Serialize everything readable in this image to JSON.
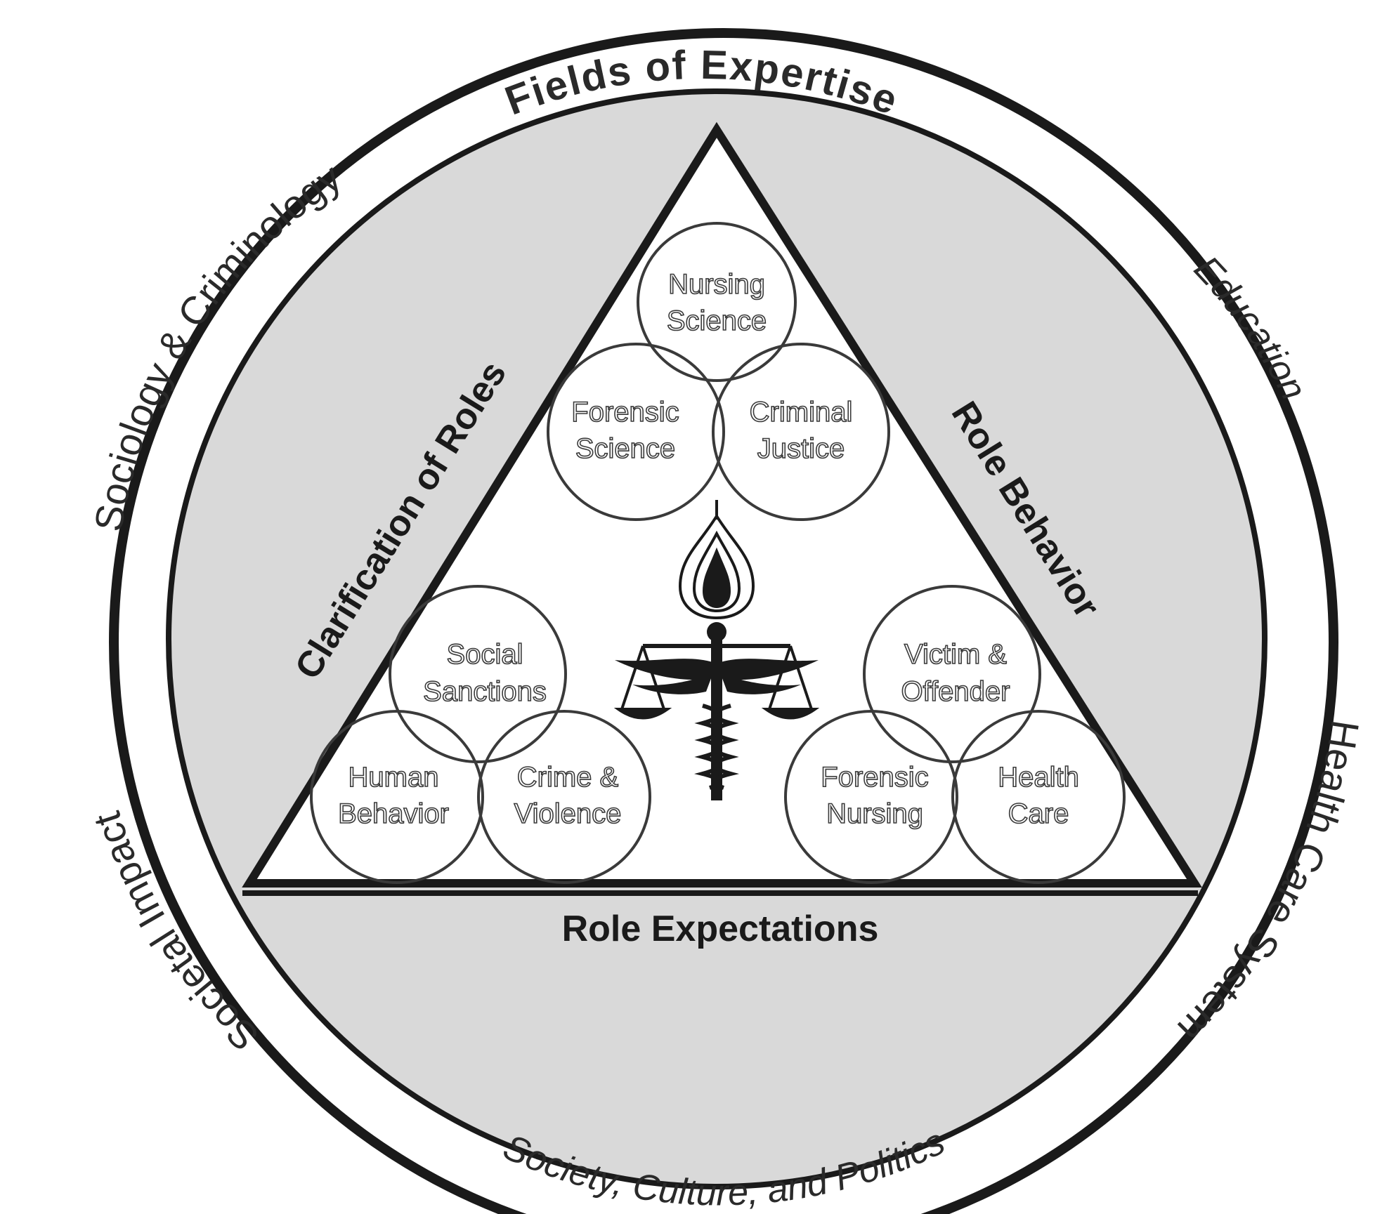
{
  "outer_ring": {
    "top": "Fields of Expertise",
    "upper_left": "Sociology & Criminology",
    "upper_right": "Education",
    "lower_right": "Health Care System",
    "lower_left": "Societal Impact",
    "bottom": "Society, Culture, and Politics"
  },
  "triangle": {
    "left_side": "Clarification of Roles",
    "right_side": "Role Behavior",
    "base": "Role Expectations"
  },
  "circles": {
    "top_group": {
      "top": [
        "Nursing",
        "Science"
      ],
      "left": [
        "Forensic",
        "Science"
      ],
      "right": [
        "Criminal",
        "Justice"
      ]
    },
    "left_group": {
      "top": [
        "Social",
        "Sanctions"
      ],
      "left": [
        "Human",
        "Behavior"
      ],
      "right": [
        "Crime &",
        "Violence"
      ]
    },
    "right_group": {
      "top": [
        "Victim &",
        "Offender"
      ],
      "left": [
        "Forensic",
        "Nursing"
      ],
      "right": [
        "Health",
        "Care"
      ]
    }
  },
  "colors": {
    "band_gray": "#d9d9d9",
    "line": "#1a1a1a",
    "background": "#ffffff"
  },
  "icons": [
    "scales-of-justice-icon",
    "flame-icon",
    "caduceus-icon"
  ]
}
